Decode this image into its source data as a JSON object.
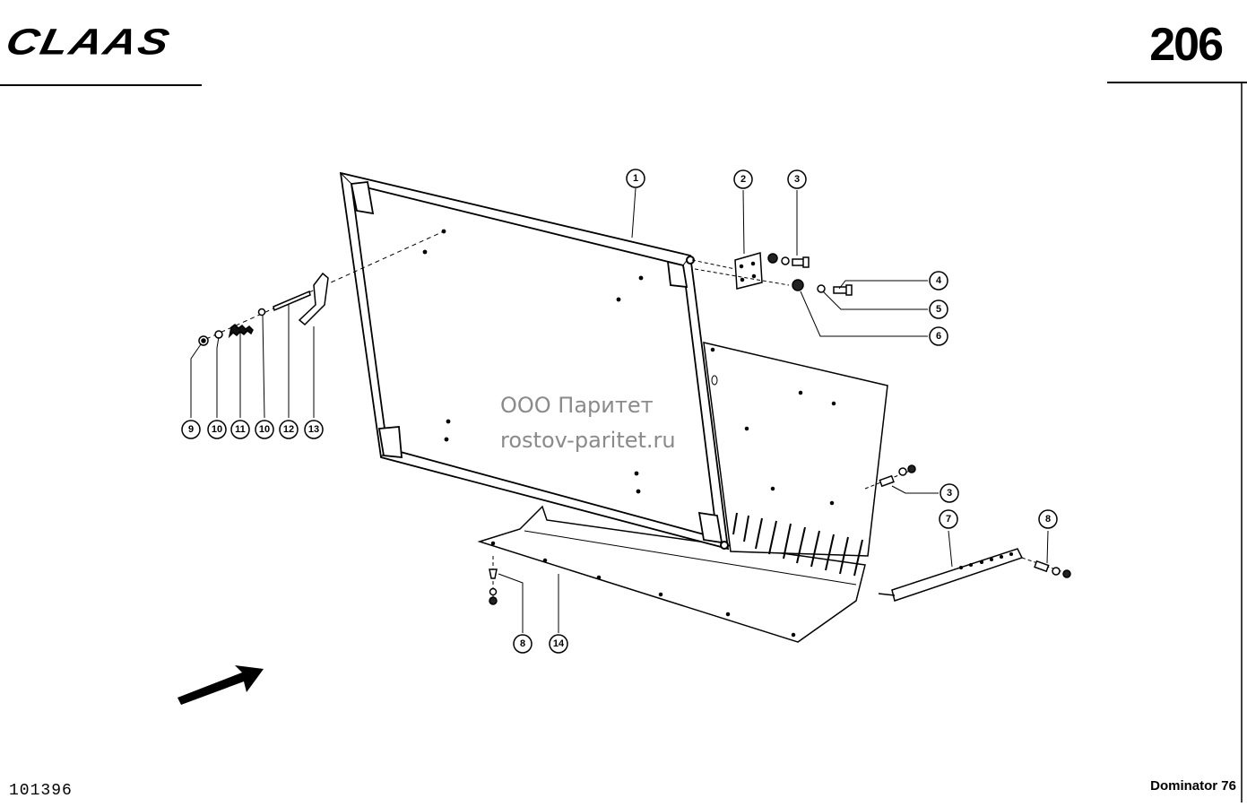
{
  "header": {
    "brand": "CLAAS",
    "page_number": "206"
  },
  "watermark": {
    "line1": "ООО Паритет",
    "line2": "rostov-paritet.ru"
  },
  "footer": {
    "drawing_number": "101396",
    "model": "Dominator 76"
  },
  "callouts": [
    {
      "id": "c1",
      "label": "1"
    },
    {
      "id": "c2",
      "label": "2"
    },
    {
      "id": "c3a",
      "label": "3"
    },
    {
      "id": "c4",
      "label": "4"
    },
    {
      "id": "c5",
      "label": "5"
    },
    {
      "id": "c6",
      "label": "6"
    },
    {
      "id": "c3b",
      "label": "3"
    },
    {
      "id": "c7",
      "label": "7"
    },
    {
      "id": "c8a",
      "label": "8"
    },
    {
      "id": "c9",
      "label": "9"
    },
    {
      "id": "c10a",
      "label": "10"
    },
    {
      "id": "c11",
      "label": "11"
    },
    {
      "id": "c10b",
      "label": "10"
    },
    {
      "id": "c12",
      "label": "12"
    },
    {
      "id": "c13",
      "label": "13"
    },
    {
      "id": "c8b",
      "label": "8"
    },
    {
      "id": "c14",
      "label": "14"
    }
  ]
}
